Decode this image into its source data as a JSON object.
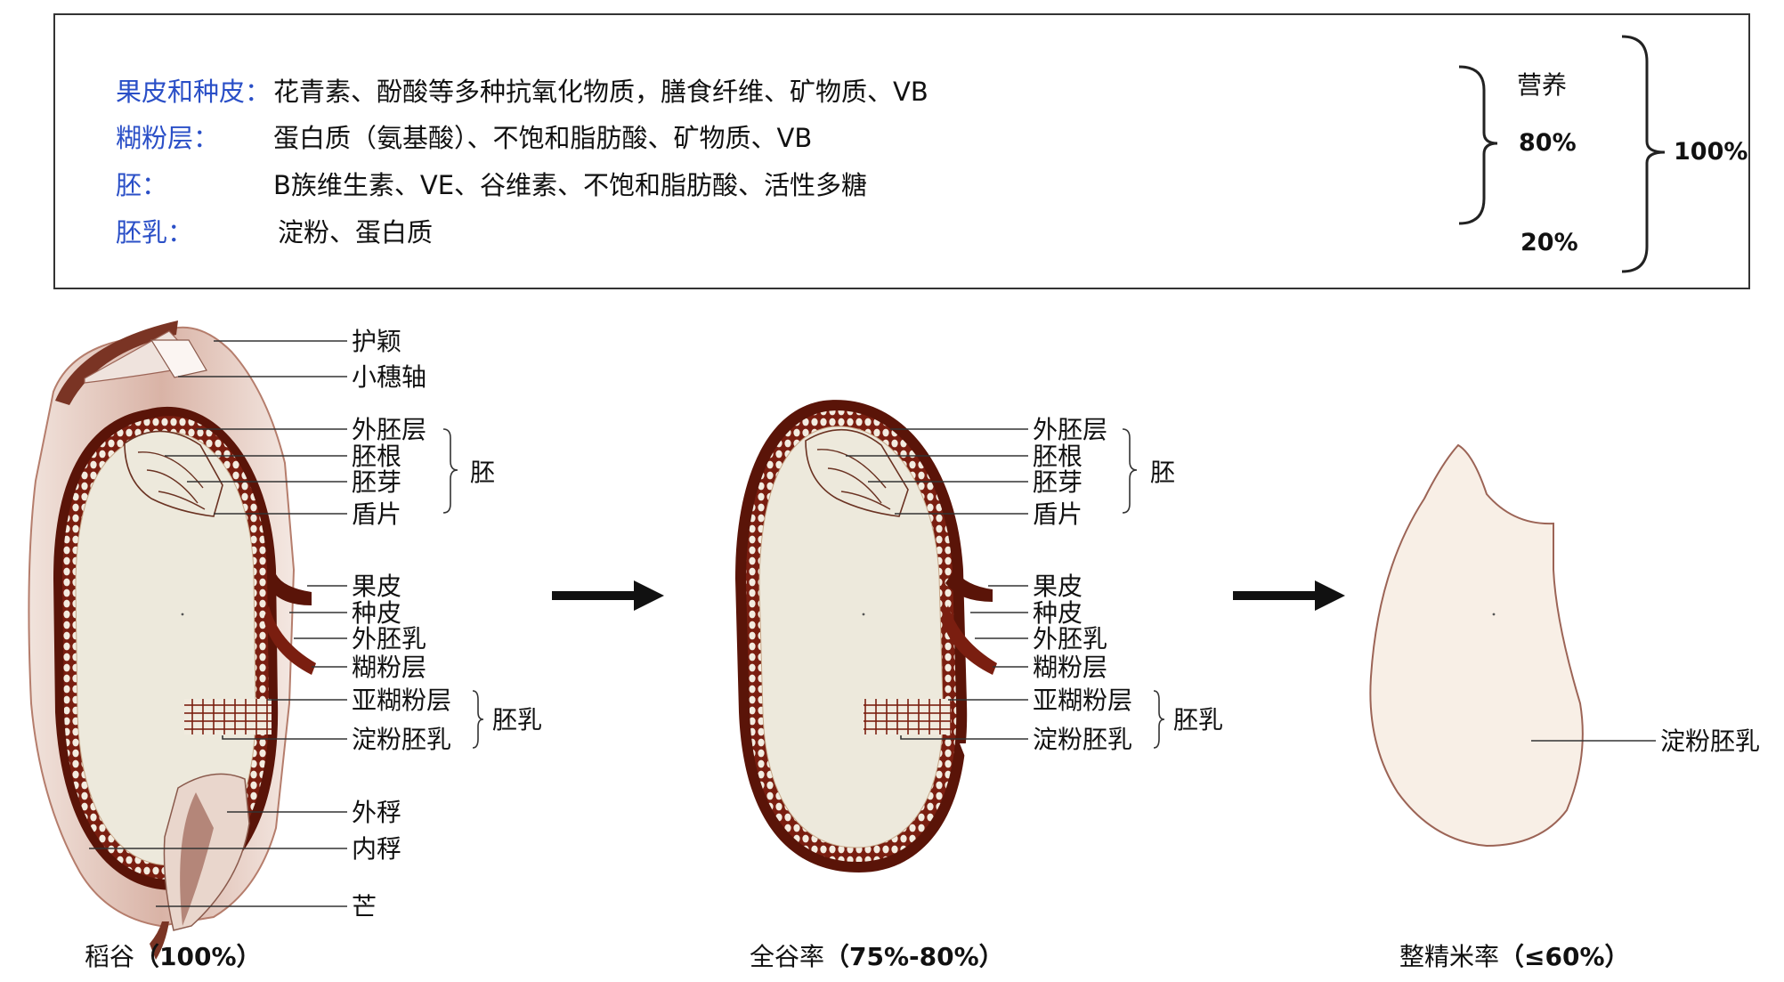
{
  "top_box": {
    "rows": [
      {
        "label": "果皮和种皮：",
        "text": "花青素、酚酸等多种抗氧化物质，膳食纤维、矿物质、VB"
      },
      {
        "label": "糊粉层：",
        "text": "蛋白质（氨基酸）、不饱和脂肪酸、矿物质、VB"
      },
      {
        "label": "胚：",
        "text": "B族维生素、VE、谷维素、不饱和脂肪酸、活性多糖"
      },
      {
        "label": "胚乳：",
        "text": "淀粉、蛋白质"
      }
    ],
    "nutrition_label": "营养",
    "pct_80": "80%",
    "pct_20": "20%",
    "pct_100": "100%"
  },
  "grain_paddy": {
    "labels": [
      "护颖",
      "小穗轴",
      "外胚层",
      "胚根",
      "胚芽",
      "盾片",
      "果皮",
      "种皮",
      "外胚乳",
      "糊粉层",
      "亚糊粉层",
      "淀粉胚乳",
      "外稃",
      "内稃",
      "芒"
    ],
    "group_embryo": "胚",
    "group_endosperm": "胚乳",
    "caption_name": "稻谷",
    "caption_pct": "（100%）"
  },
  "grain_whole": {
    "labels": [
      "外胚层",
      "胚根",
      "胚芽",
      "盾片",
      "果皮",
      "种皮",
      "外胚乳",
      "糊粉层",
      "亚糊粉层",
      "淀粉胚乳"
    ],
    "group_embryo": "胚",
    "group_endosperm": "胚乳",
    "caption_name": "全谷率",
    "caption_pct": "（75%-80%）"
  },
  "grain_milled": {
    "label": "淀粉胚乳",
    "caption_name": "整精米率",
    "caption_pct": "（≤60%）"
  },
  "colors": {
    "hull_dark": "#5a1408",
    "hull_mid": "#8b3a28",
    "endosperm": "#ede9dc",
    "milled": "#f8efe6",
    "label_blue": "#2a4fc7"
  }
}
